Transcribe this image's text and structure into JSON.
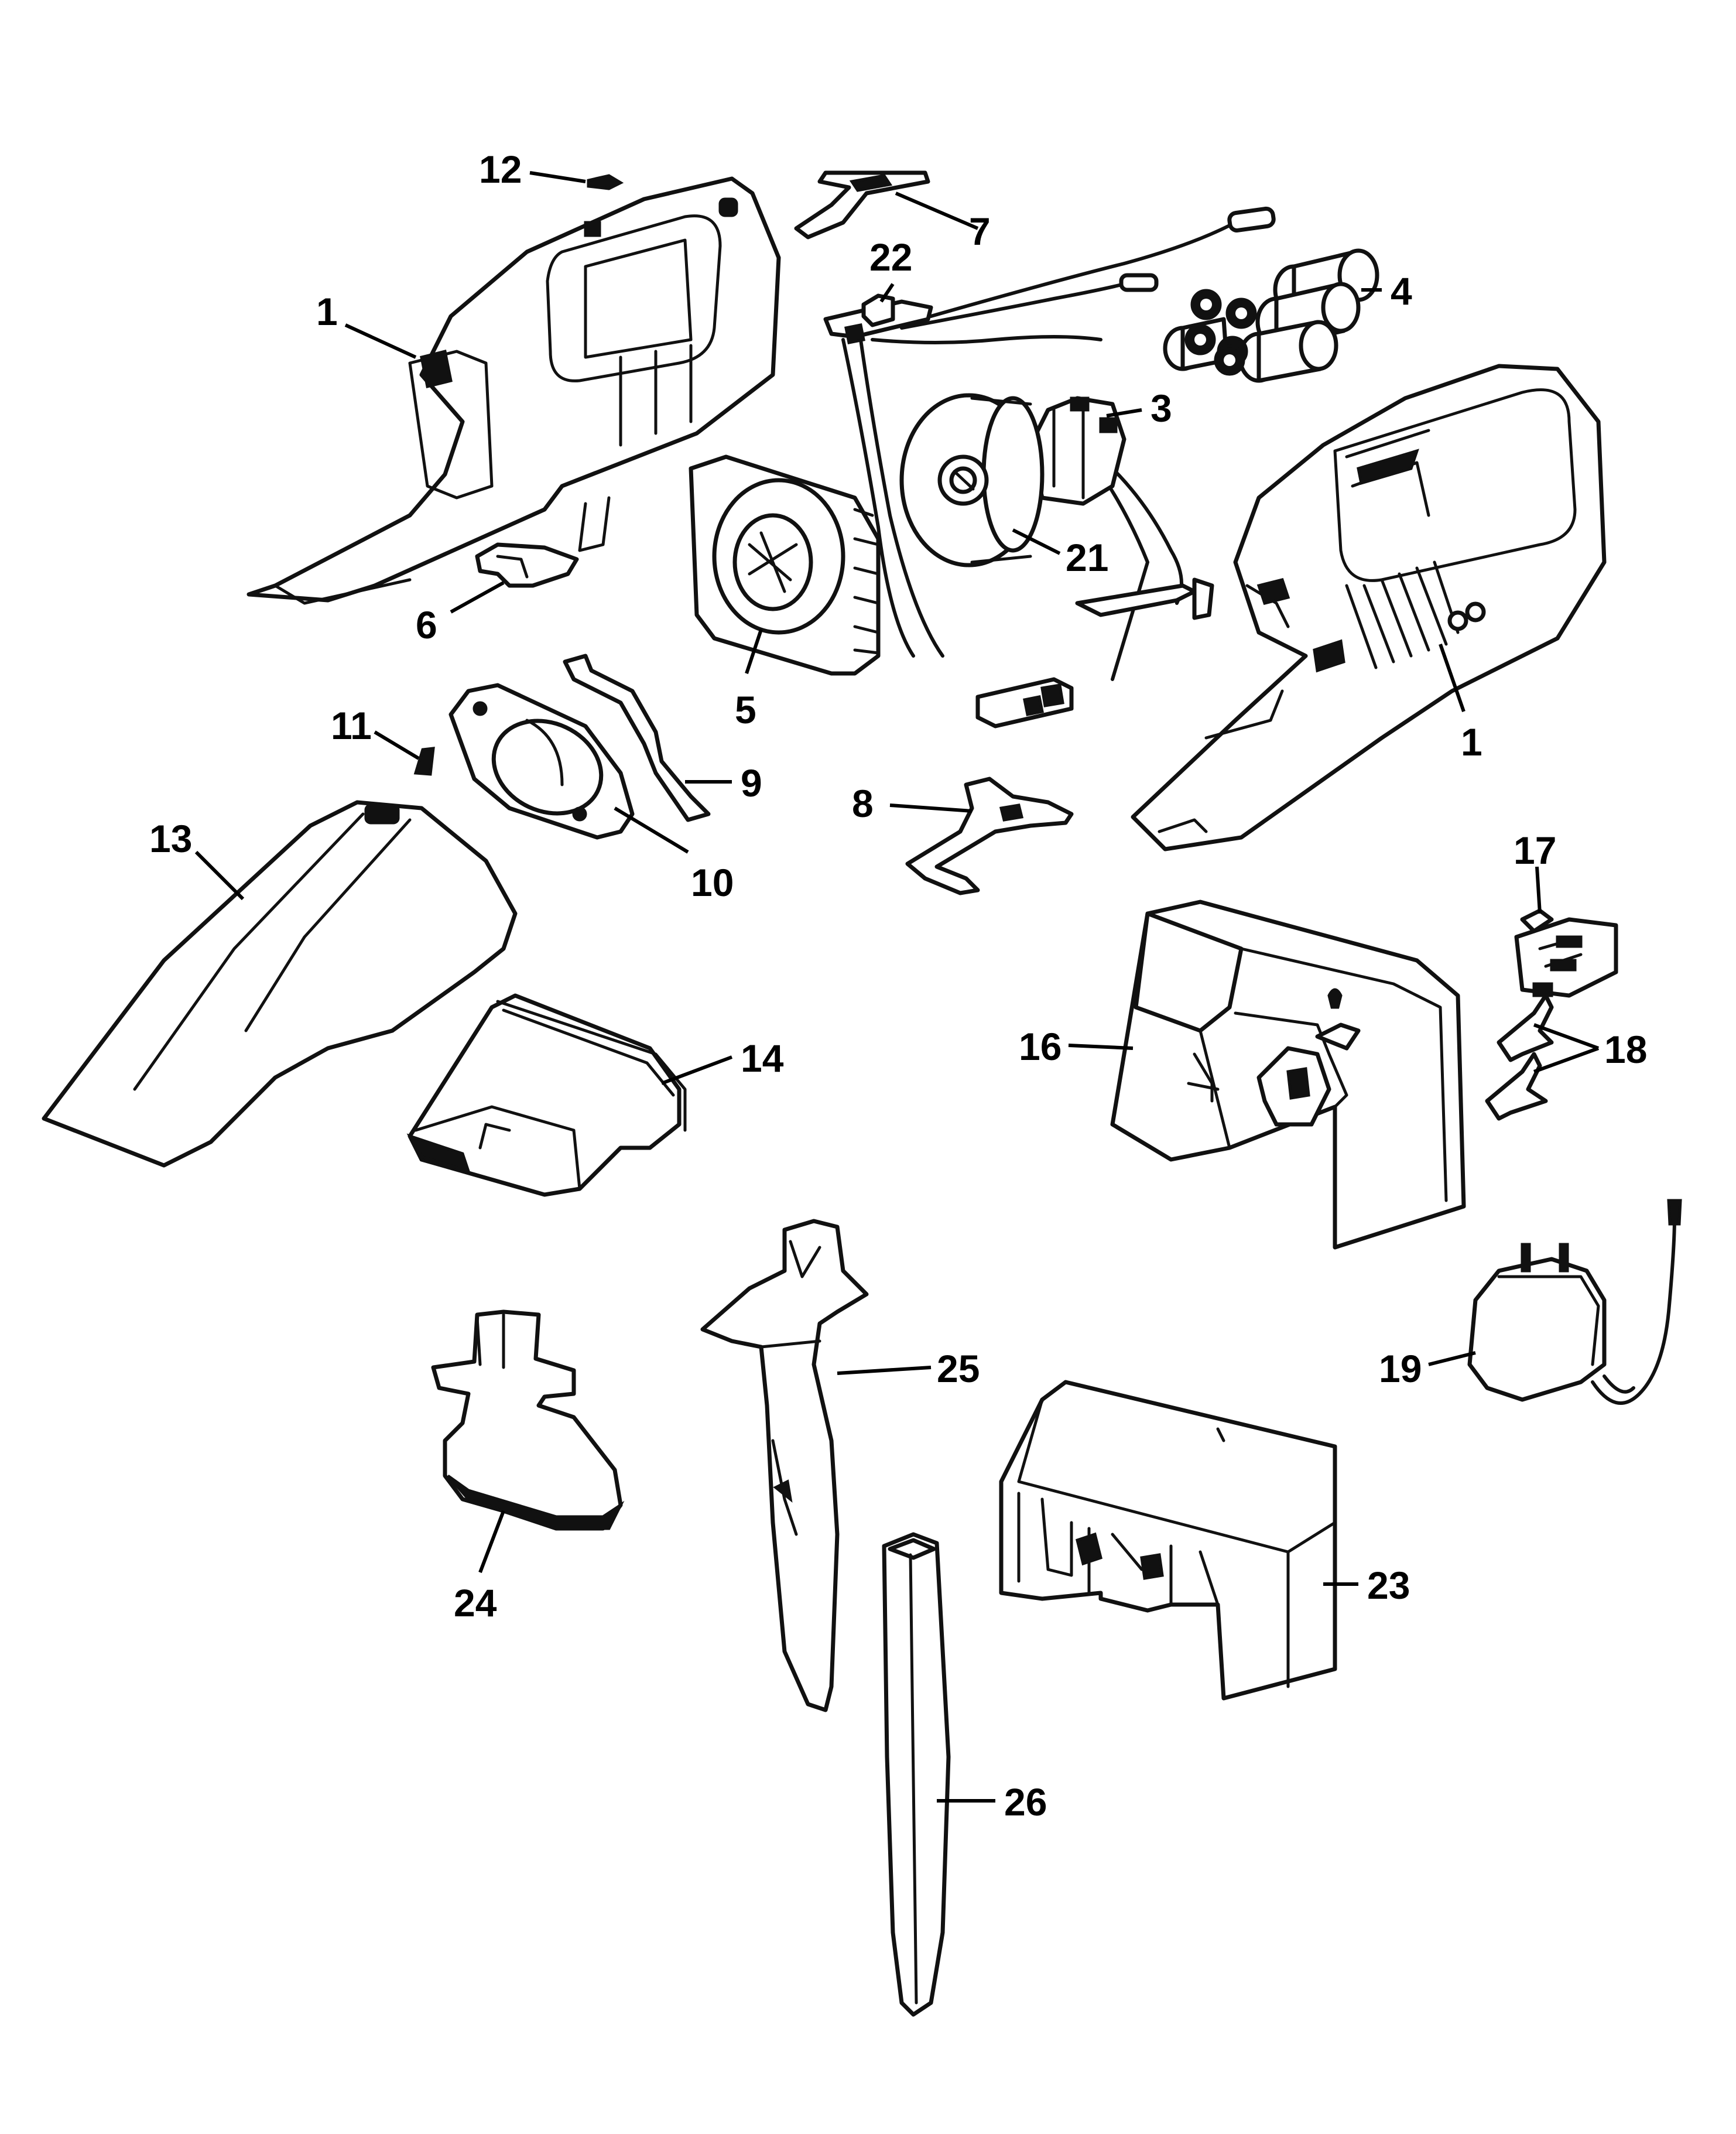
{
  "callouts": [
    {
      "id": "c12",
      "label": "12"
    },
    {
      "id": "c7",
      "label": "7"
    },
    {
      "id": "c22",
      "label": "22"
    },
    {
      "id": "c4",
      "label": "4"
    },
    {
      "id": "c1a",
      "label": "1"
    },
    {
      "id": "c3",
      "label": "3"
    },
    {
      "id": "c21",
      "label": "21"
    },
    {
      "id": "c6",
      "label": "6"
    },
    {
      "id": "c5",
      "label": "5"
    },
    {
      "id": "c11",
      "label": "11"
    },
    {
      "id": "c9",
      "label": "9"
    },
    {
      "id": "c1b",
      "label": "1"
    },
    {
      "id": "c13",
      "label": "13"
    },
    {
      "id": "c10",
      "label": "10"
    },
    {
      "id": "c8",
      "label": "8"
    },
    {
      "id": "c17",
      "label": "17"
    },
    {
      "id": "c14",
      "label": "14"
    },
    {
      "id": "c16",
      "label": "16"
    },
    {
      "id": "c18",
      "label": "18"
    },
    {
      "id": "c25",
      "label": "25"
    },
    {
      "id": "c19",
      "label": "19"
    },
    {
      "id": "c24",
      "label": "24"
    },
    {
      "id": "c23",
      "label": "23"
    },
    {
      "id": "c26",
      "label": "26"
    }
  ]
}
